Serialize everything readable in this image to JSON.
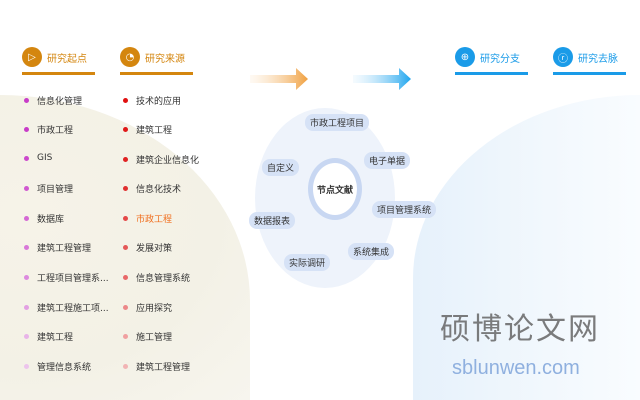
{
  "headers": [
    {
      "label": "研究起点",
      "icon": "play-icon",
      "color": "#d4860f"
    },
    {
      "label": "研究来源",
      "icon": "pie-icon",
      "color": "#d4860f"
    },
    {
      "label": "研究分支",
      "icon": "branch-icon",
      "color": "#1a9be8"
    },
    {
      "label": "研究去脉",
      "icon": "pulse-icon",
      "color": "#1a9be8"
    }
  ],
  "start_items": [
    "信息化管理",
    "市政工程",
    "GIS",
    "项目管理",
    "数据库",
    "建筑工程管理",
    "工程项目管理系...",
    "建筑工程施工项...",
    "建筑工程",
    "管理信息系统"
  ],
  "source_items": [
    "技术的应用",
    "建筑工程",
    "建筑企业信息化",
    "信息化技术",
    "市政工程",
    "发展对策",
    "信息管理系统",
    "应用探究",
    "施工管理",
    "建筑工程管理"
  ],
  "center": {
    "label": "节点文献",
    "nodes": [
      "市政工程项目",
      "电子单据",
      "项目管理系统",
      "系统集成",
      "实际调研",
      "数据报表",
      "自定义"
    ]
  },
  "watermark": {
    "text": "硕博论文网",
    "url": "sblunwen.com"
  }
}
